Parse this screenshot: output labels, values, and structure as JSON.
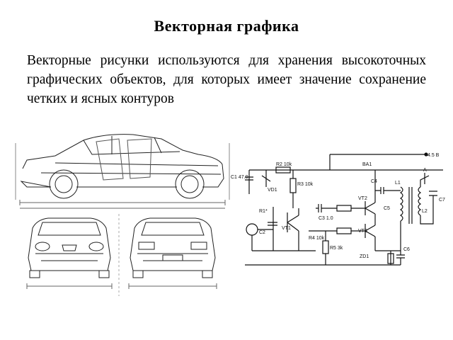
{
  "slide": {
    "title": "Векторная  графика",
    "text": "Векторные рисунки используются для хранения высокоточных графических объектов, для которых имеет значение сохранение четких и ясных контуров"
  },
  "schematic": {
    "supply_label": "4.5 В",
    "labels": [
      "R2 10k",
      "R3 10k",
      "C1 47.0",
      "VD1",
      "BA1",
      "R1*",
      "C2",
      "VT1",
      "C3 1.0",
      "R4 10k",
      "R5 3k",
      "C4",
      "VT2",
      "VT3",
      "C5",
      "C6",
      "L1",
      "L2",
      "C7",
      "A",
      "ZD1"
    ]
  }
}
